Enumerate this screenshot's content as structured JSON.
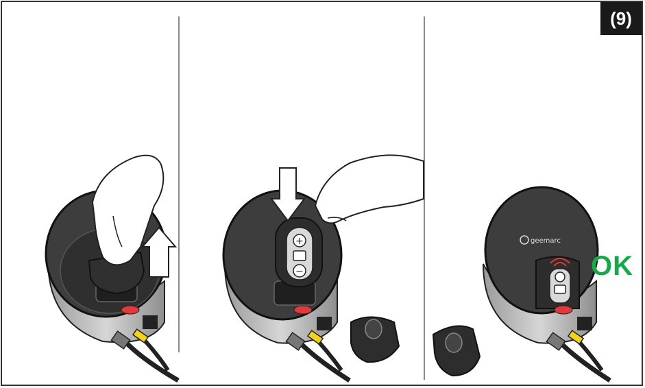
{
  "figure": {
    "step_label": "(9)",
    "ok_label": "OK",
    "brand_logo_text": "geemarc",
    "colors": {
      "ok_green": "#1aa64a",
      "indicator_red": "#e23a3a",
      "cable_yellow": "#f2d21a",
      "device_dark": "#3a3a3a",
      "base_gray": "#bdbdbd"
    }
  }
}
